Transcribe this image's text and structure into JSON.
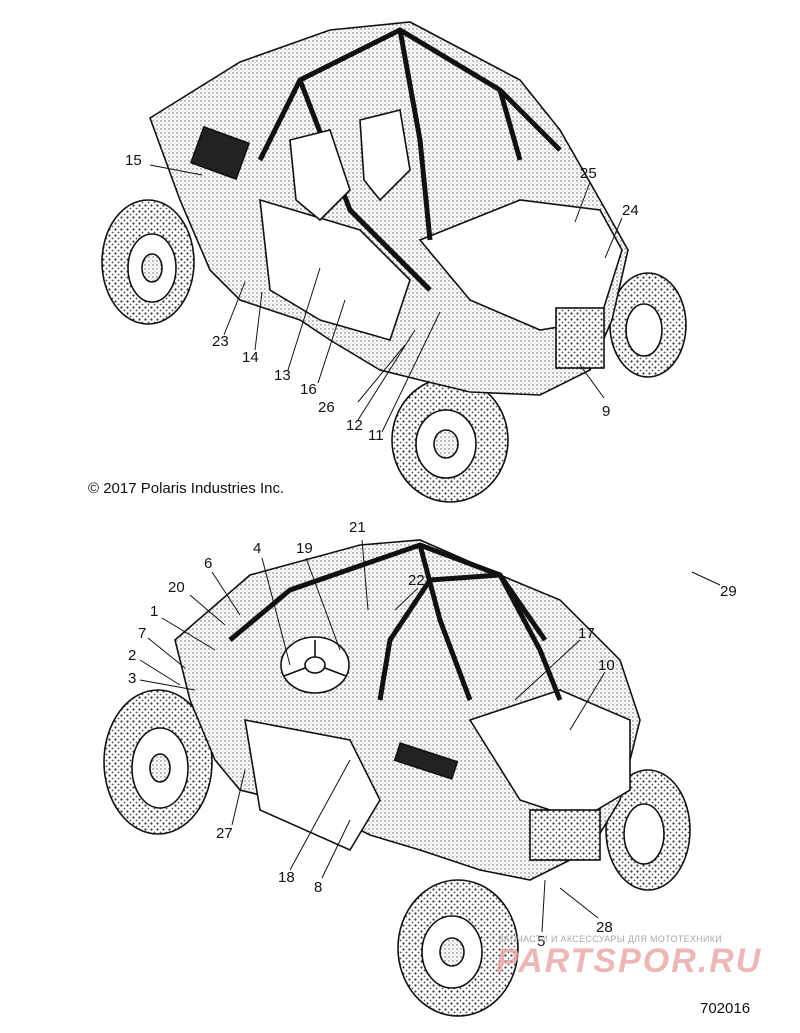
{
  "copyright": "© 2017 Polaris Industries Inc.",
  "figure_code": "702016",
  "watermark": {
    "subtitle": "ЗАПЧАСТИ И АКСЕССУАРЫ ДЛЯ МОТОТЕХНИКИ",
    "brand": "PARTSPOR.RU"
  },
  "callouts_top": [
    "15",
    "25",
    "24",
    "23",
    "14",
    "13",
    "16",
    "26",
    "12",
    "11",
    "9"
  ],
  "callouts_bottom": [
    "21",
    "4",
    "19",
    "6",
    "20",
    "22",
    "1",
    "7",
    "2",
    "3",
    "17",
    "10",
    "29",
    "27",
    "18",
    "8",
    "5",
    "28"
  ]
}
